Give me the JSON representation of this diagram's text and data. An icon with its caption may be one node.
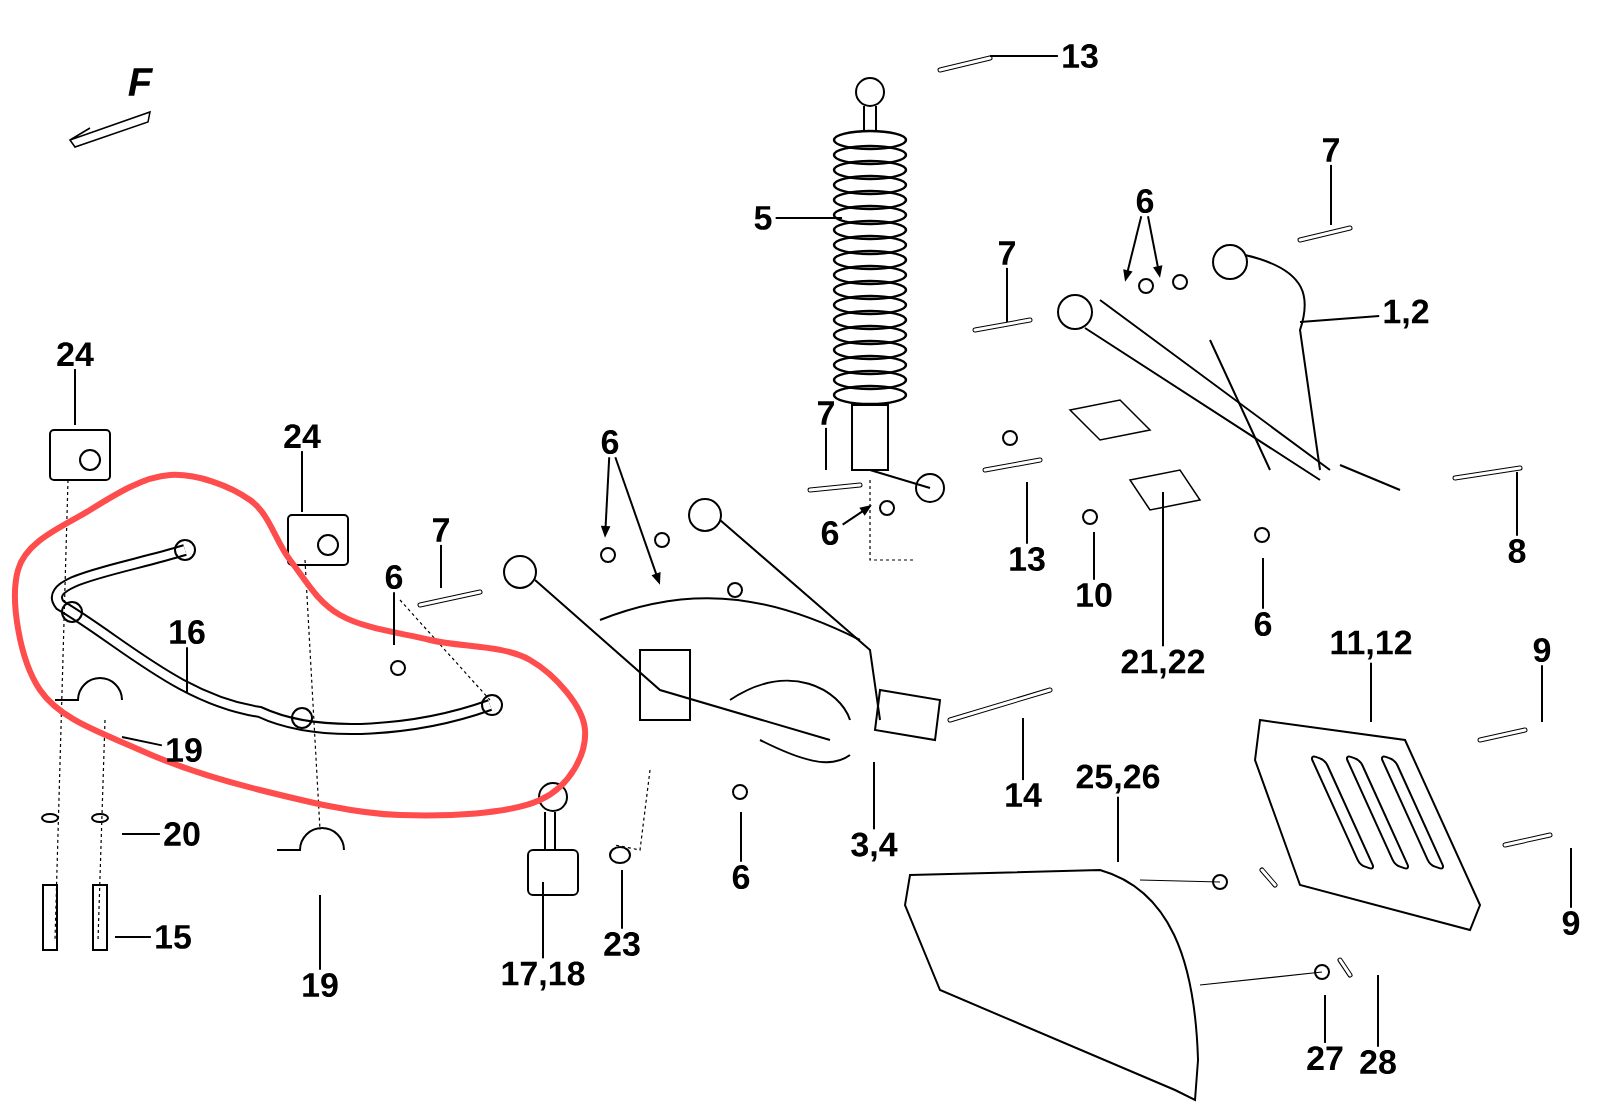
{
  "diagram": {
    "nodes": [
      {
        "text": [
          "13"
        ]
      },
      {
        "text": [
          "5"
        ]
      },
      {
        "text": [
          "7"
        ]
      },
      {
        "text": [
          "6"
        ]
      },
      {
        "text": [
          "7"
        ]
      },
      {
        "text": [
          "1,2"
        ]
      },
      {
        "text": [
          "24"
        ]
      },
      {
        "text": [
          "24"
        ]
      },
      {
        "text": [
          "7"
        ]
      },
      {
        "text": [
          "6"
        ]
      },
      {
        "text": [
          "7"
        ]
      },
      {
        "text": [
          "6"
        ]
      },
      {
        "text": [
          "6"
        ]
      },
      {
        "text": [
          "13"
        ]
      },
      {
        "text": [
          "10"
        ]
      },
      {
        "text": [
          "21,22"
        ]
      },
      {
        "text": [
          "6"
        ]
      },
      {
        "text": [
          "8"
        ]
      },
      {
        "text": [
          "16"
        ]
      },
      {
        "text": [
          "11,12"
        ]
      },
      {
        "text": [
          "9"
        ]
      },
      {
        "text": [
          "19"
        ]
      },
      {
        "text": [
          "14"
        ]
      },
      {
        "text": [
          "25,26"
        ]
      },
      {
        "text": [
          "3,4"
        ]
      },
      {
        "text": [
          "20"
        ]
      },
      {
        "text": [
          "6"
        ]
      },
      {
        "text": [
          "9"
        ]
      },
      {
        "text": [
          "23"
        ]
      },
      {
        "text": [
          "15"
        ]
      },
      {
        "text": [
          "17,18"
        ]
      },
      {
        "text": [
          "19"
        ]
      },
      {
        "text": [
          "27"
        ]
      },
      {
        "text": [
          "28"
        ]
      }
    ],
    "edges": [
      {
        "from": 0,
        "to": null,
        "arrow": "none"
      },
      {
        "from": 1,
        "to": null,
        "arrow": "none"
      },
      {
        "from": 2,
        "to": null,
        "arrow": "none"
      },
      {
        "from": 3,
        "to": null,
        "arrow": "to"
      },
      {
        "from": 3,
        "to": null,
        "arrow": "to"
      },
      {
        "from": 4,
        "to": null,
        "arrow": "none"
      },
      {
        "from": 5,
        "to": null,
        "arrow": "none"
      },
      {
        "from": 6,
        "to": null,
        "arrow": "none"
      },
      {
        "from": 7,
        "to": null,
        "arrow": "none"
      },
      {
        "from": 8,
        "to": null,
        "arrow": "none"
      },
      {
        "from": 9,
        "to": null,
        "arrow": "to"
      },
      {
        "from": 9,
        "to": null,
        "arrow": "to"
      },
      {
        "from": 10,
        "to": null,
        "arrow": "none"
      },
      {
        "from": 11,
        "to": null,
        "arrow": "none"
      },
      {
        "from": 12,
        "to": null,
        "arrow": "to"
      },
      {
        "from": 13,
        "to": null,
        "arrow": "none"
      },
      {
        "from": 14,
        "to": null,
        "arrow": "none"
      },
      {
        "from": 15,
        "to": null,
        "arrow": "none"
      },
      {
        "from": 16,
        "to": null,
        "arrow": "none"
      },
      {
        "from": 17,
        "to": null,
        "arrow": "none"
      },
      {
        "from": 18,
        "to": null,
        "arrow": "none"
      },
      {
        "from": 19,
        "to": null,
        "arrow": "none"
      },
      {
        "from": 20,
        "to": null,
        "arrow": "none"
      },
      {
        "from": 21,
        "to": null,
        "arrow": "none"
      },
      {
        "from": 22,
        "to": null,
        "arrow": "none"
      },
      {
        "from": 23,
        "to": null,
        "arrow": "none"
      },
      {
        "from": 24,
        "to": null,
        "arrow": "none"
      },
      {
        "from": 25,
        "to": null,
        "arrow": "none"
      },
      {
        "from": 26,
        "to": null,
        "arrow": "none"
      },
      {
        "from": 27,
        "to": null,
        "arrow": "none"
      },
      {
        "from": 28,
        "to": null,
        "arrow": "none"
      },
      {
        "from": 29,
        "to": null,
        "arrow": "none"
      },
      {
        "from": 30,
        "to": null,
        "arrow": "none"
      },
      {
        "from": 31,
        "to": null,
        "arrow": "none"
      },
      {
        "from": 32,
        "to": null,
        "arrow": "none"
      },
      {
        "from": 33,
        "to": null,
        "arrow": "none"
      }
    ],
    "labels": [
      "F"
    ]
  }
}
